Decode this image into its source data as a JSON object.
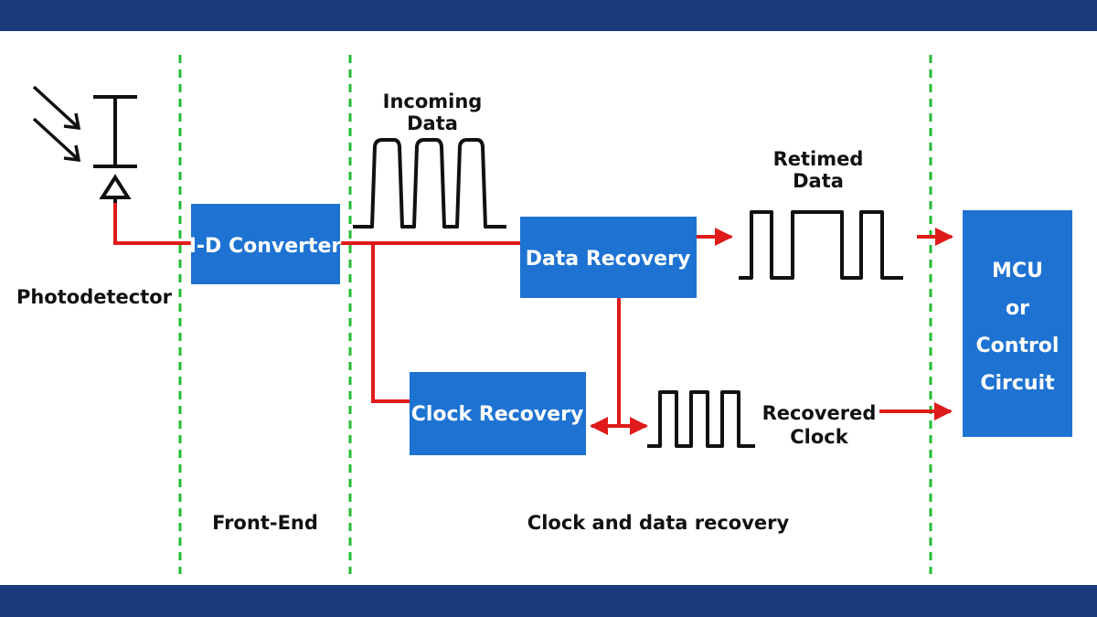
{
  "colors": {
    "frame": "#1a3a7c",
    "box": "#1e73d2",
    "signal": "#e01b1b",
    "divider": "#22bb33",
    "wave": "#111111"
  },
  "blocks": {
    "converter": "I-D Converter",
    "data_recovery": "Data Recovery",
    "clock_recovery": "Clock Recovery",
    "mcu": [
      "MCU",
      "or",
      "Control",
      "Circuit"
    ]
  },
  "labels": {
    "photodetector": "Photodetector",
    "incoming_data": [
      "Incoming",
      "Data"
    ],
    "retimed_data": [
      "Retimed",
      "Data"
    ],
    "recovered_clock": [
      "Recovered",
      "Clock"
    ]
  },
  "sections": {
    "front_end": "Front-End",
    "cdr": "Clock and data recovery"
  }
}
